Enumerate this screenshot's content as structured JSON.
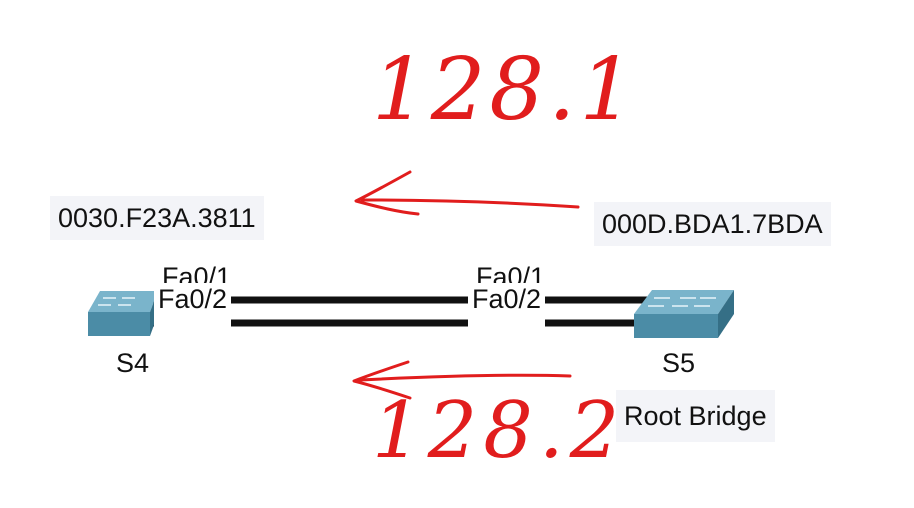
{
  "diagram": {
    "left_switch": {
      "name": "S4",
      "mac": "0030.F23A.3811",
      "port_top": "Fa0/1",
      "port_bottom": "Fa0/2"
    },
    "right_switch": {
      "name": "S5",
      "mac": "000D.BDA1.7BDA",
      "port_top": "Fa0/1",
      "port_bottom": "Fa0/2",
      "role": "Root Bridge"
    },
    "annotations": {
      "top": "128.1",
      "bottom": "128.2"
    },
    "colors": {
      "switch_top": "#6aa8c0",
      "switch_side": "#3f7d96",
      "link": "#111111",
      "ink": "#e11d1d",
      "label_bg": "#f3f4f8"
    },
    "icons": {
      "switch": "switch-icon",
      "arrow": "arrow-left-icon"
    }
  }
}
